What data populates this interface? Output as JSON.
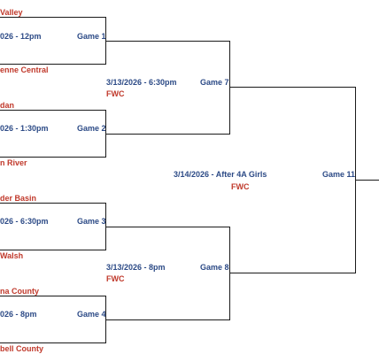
{
  "round1": [
    {
      "team_top": "Valley",
      "team_bottom": "enne Central",
      "time": "026 - 12pm",
      "game": "Game 1"
    },
    {
      "team_top": "dan",
      "team_bottom": "n River",
      "time": "026 - 1:30pm",
      "game": "Game 2"
    },
    {
      "team_top": "der Basin",
      "team_bottom": "Walsh",
      "time": "026 - 6:30pm",
      "game": "Game 3"
    },
    {
      "team_top": "na County",
      "team_bottom": "bell County",
      "time": "026 - 8pm",
      "game": "Game 4"
    }
  ],
  "round2": [
    {
      "time": "3/13/2026 - 6:30pm",
      "venue": "FWC",
      "game": "Game 7"
    },
    {
      "time": "3/13/2026 - 8pm",
      "venue": "FWC",
      "game": "Game 8"
    }
  ],
  "round3": {
    "time": "3/14/2026 - After 4A Girls",
    "venue": "FWC",
    "game": "Game 11"
  }
}
